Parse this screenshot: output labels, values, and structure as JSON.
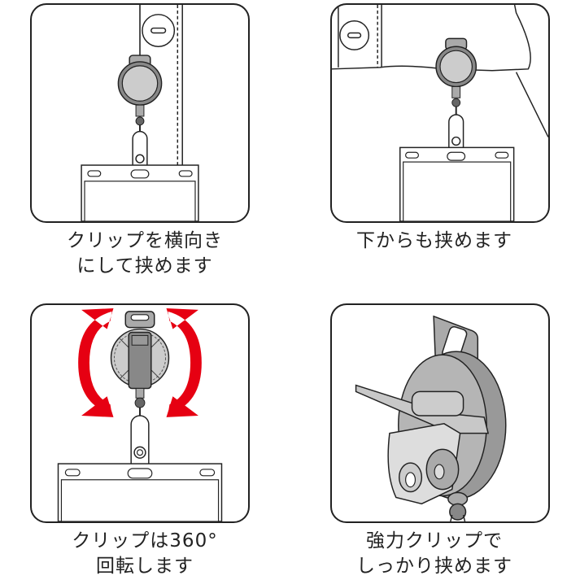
{
  "panels": [
    {
      "id": "clip-sideways",
      "caption_lines": [
        "クリップを横向き",
        "にして挟めます"
      ]
    },
    {
      "id": "clip-from-below",
      "caption_lines": [
        "下からも挟めます"
      ]
    },
    {
      "id": "clip-rotates",
      "caption_lines": [
        "クリップは360°",
        "回転します"
      ]
    },
    {
      "id": "strong-clip",
      "caption_lines": [
        "強力クリップで",
        "しっかり挟めます"
      ]
    }
  ],
  "colors": {
    "outline": "#222222",
    "reel_fill": "#c8c8c8",
    "reel_dark": "#8a8a8a",
    "rotation_arrows": "#e60012",
    "background": "#ffffff"
  }
}
